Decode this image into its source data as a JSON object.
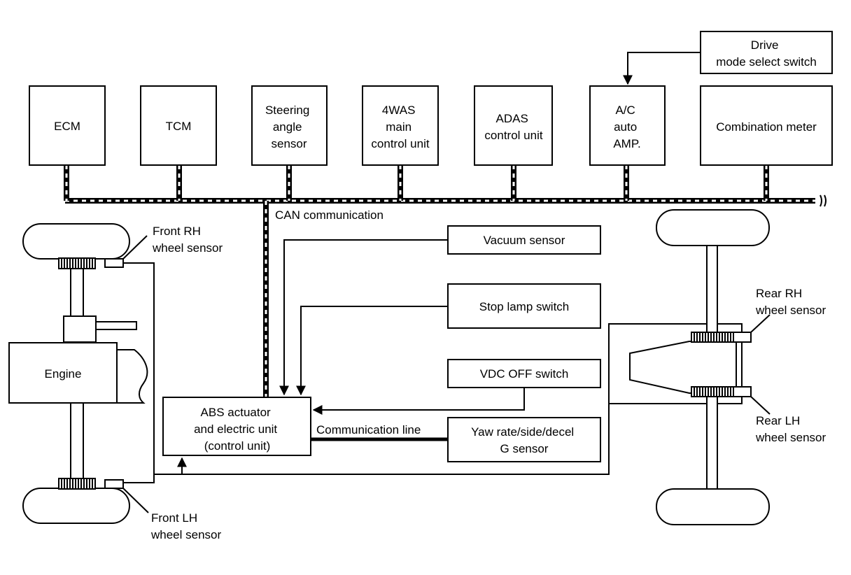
{
  "units": {
    "ecm": [
      "ECM"
    ],
    "tcm": [
      "TCM"
    ],
    "steering": [
      "Steering",
      "angle",
      "sensor"
    ],
    "fourwas": [
      "4WAS",
      "main",
      "control unit"
    ],
    "adas": [
      "ADAS",
      "control unit"
    ],
    "ac": [
      "A/C",
      "auto",
      "AMP."
    ],
    "combination": [
      "Combination meter"
    ],
    "drive_mode": [
      "Drive",
      "mode select switch"
    ]
  },
  "can_label": "CAN communication",
  "sensors": {
    "vacuum": [
      "Vacuum sensor"
    ],
    "stop_lamp": [
      "Stop lamp switch"
    ],
    "vdc_off": [
      "VDC OFF switch"
    ],
    "yaw": [
      "Yaw rate/side/decel",
      "G sensor"
    ]
  },
  "abs": [
    "ABS actuator",
    "and electric unit",
    "(control unit)"
  ],
  "comm_line_label": "Communication line",
  "engine_label": "Engine",
  "wheel_sensors": {
    "front_rh": [
      "Front RH",
      "wheel sensor"
    ],
    "front_lh": [
      "Front LH",
      "wheel sensor"
    ],
    "rear_rh": [
      "Rear RH",
      "wheel sensor"
    ],
    "rear_lh": [
      "Rear LH",
      "wheel sensor"
    ]
  },
  "colors": {
    "line": "#000000",
    "background": "#ffffff"
  }
}
